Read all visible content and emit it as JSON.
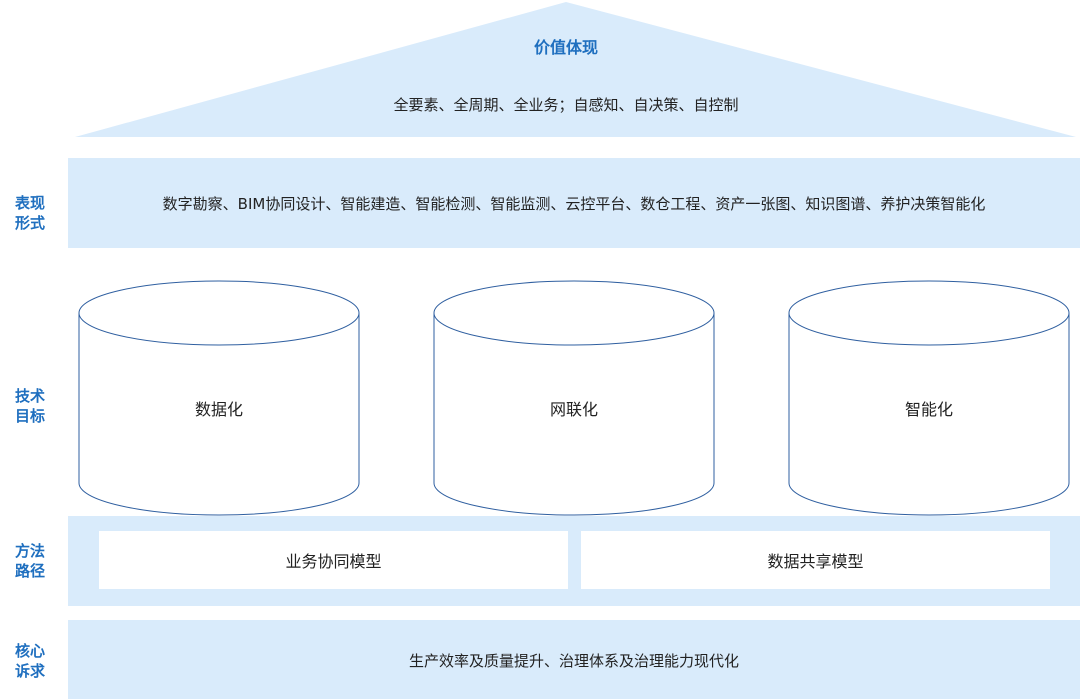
{
  "roof": {
    "title": "价值体现",
    "subtitle": "全要素、全周期、全业务；自感知、自决策、自控制"
  },
  "rows": {
    "form": {
      "label_line1": "表现",
      "label_line2": "形式",
      "content": "数字勘察、BIM协同设计、智能建造、智能检测、智能监测、云控平台、数仓工程、资产一张图、知识图谱、养护决策智能化"
    },
    "tech": {
      "label_line1": "技术",
      "label_line2": "目标",
      "cylinders": [
        "数据化",
        "网联化",
        "智能化"
      ]
    },
    "method": {
      "label_line1": "方法",
      "label_line2": "路径",
      "boxes": [
        "业务协同模型",
        "数据共享模型"
      ]
    },
    "core": {
      "label_line1": "核心",
      "label_line2": "诉求",
      "content": "生产效率及质量提升、治理体系及治理能力现代化"
    }
  },
  "colors": {
    "band": "#d9ebfb",
    "label": "#1f6fbf",
    "title": "#1f6fbf",
    "cylinder_stroke": "#2f5fa0"
  }
}
